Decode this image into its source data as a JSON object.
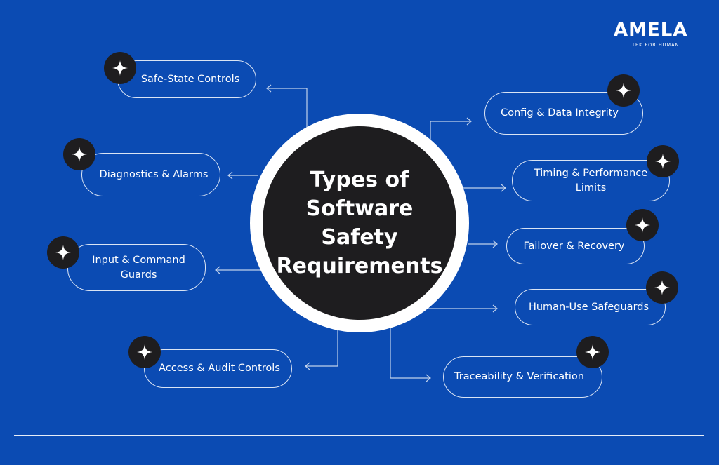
{
  "logo": {
    "brand": "AMELA",
    "tagline": "TEK FOR HUMAN"
  },
  "center": {
    "lines": [
      "Types of",
      "Software",
      "Safety",
      "Requirements"
    ]
  },
  "items": [
    {
      "label": "Safe-State Controls"
    },
    {
      "label": "Diagnostics & Alarms"
    },
    {
      "label": "Input & Command Guards"
    },
    {
      "label": "Access & Audit Controls"
    },
    {
      "label": "Config & Data Integrity"
    },
    {
      "label": "Timing & Performance Limits"
    },
    {
      "label": "Failover & Recovery"
    },
    {
      "label": "Human-Use Safeguards"
    },
    {
      "label": "Traceability & Verification"
    }
  ],
  "icons": {
    "badge": "sparkle-icon",
    "arrow": "arrow-icon"
  },
  "colors": {
    "background": "#0b4bb3",
    "dark": "#1e1d1f",
    "line": "#ffffff",
    "logo_accent": "#f2c200"
  }
}
